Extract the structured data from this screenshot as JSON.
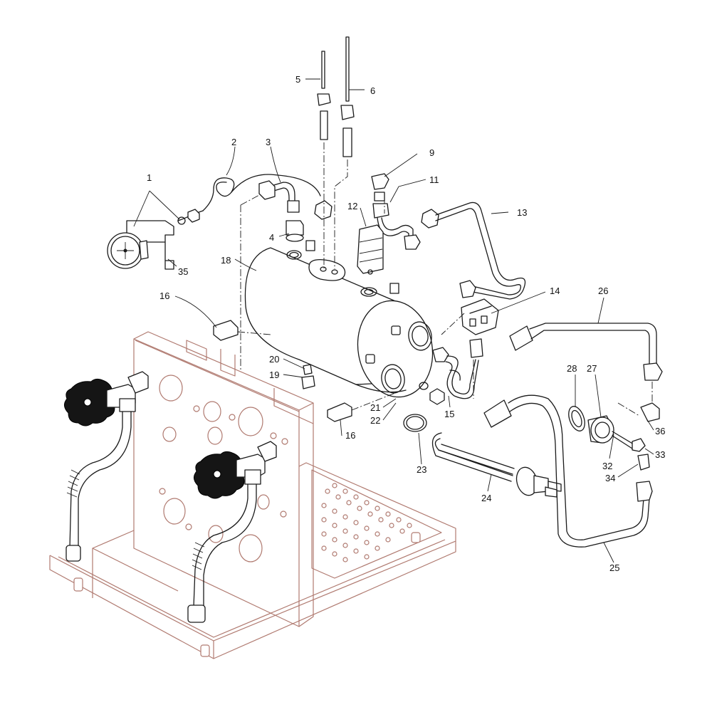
{
  "diagram": {
    "colors": {
      "ink": "#1a1a1a",
      "frame": "#b07a70",
      "background": "#ffffff",
      "knob": "#151515"
    },
    "callouts": [
      {
        "id": "1",
        "text": "1"
      },
      {
        "id": "2",
        "text": "2"
      },
      {
        "id": "3",
        "text": "3"
      },
      {
        "id": "4",
        "text": "4"
      },
      {
        "id": "5",
        "text": "5"
      },
      {
        "id": "6",
        "text": "6"
      },
      {
        "id": "9",
        "text": "9"
      },
      {
        "id": "11",
        "text": "11"
      },
      {
        "id": "12",
        "text": "12"
      },
      {
        "id": "13",
        "text": "13"
      },
      {
        "id": "14",
        "text": "14"
      },
      {
        "id": "15",
        "text": "15"
      },
      {
        "id": "16a",
        "text": "16"
      },
      {
        "id": "16b",
        "text": "16"
      },
      {
        "id": "18",
        "text": "18"
      },
      {
        "id": "19",
        "text": "19"
      },
      {
        "id": "20",
        "text": "20"
      },
      {
        "id": "21",
        "text": "21"
      },
      {
        "id": "22",
        "text": "22"
      },
      {
        "id": "23",
        "text": "23"
      },
      {
        "id": "24",
        "text": "24"
      },
      {
        "id": "25",
        "text": "25"
      },
      {
        "id": "26",
        "text": "26"
      },
      {
        "id": "27",
        "text": "27"
      },
      {
        "id": "28",
        "text": "28"
      },
      {
        "id": "32",
        "text": "32"
      },
      {
        "id": "33",
        "text": "33"
      },
      {
        "id": "34",
        "text": "34"
      },
      {
        "id": "35",
        "text": "35"
      },
      {
        "id": "36",
        "text": "36"
      }
    ]
  }
}
